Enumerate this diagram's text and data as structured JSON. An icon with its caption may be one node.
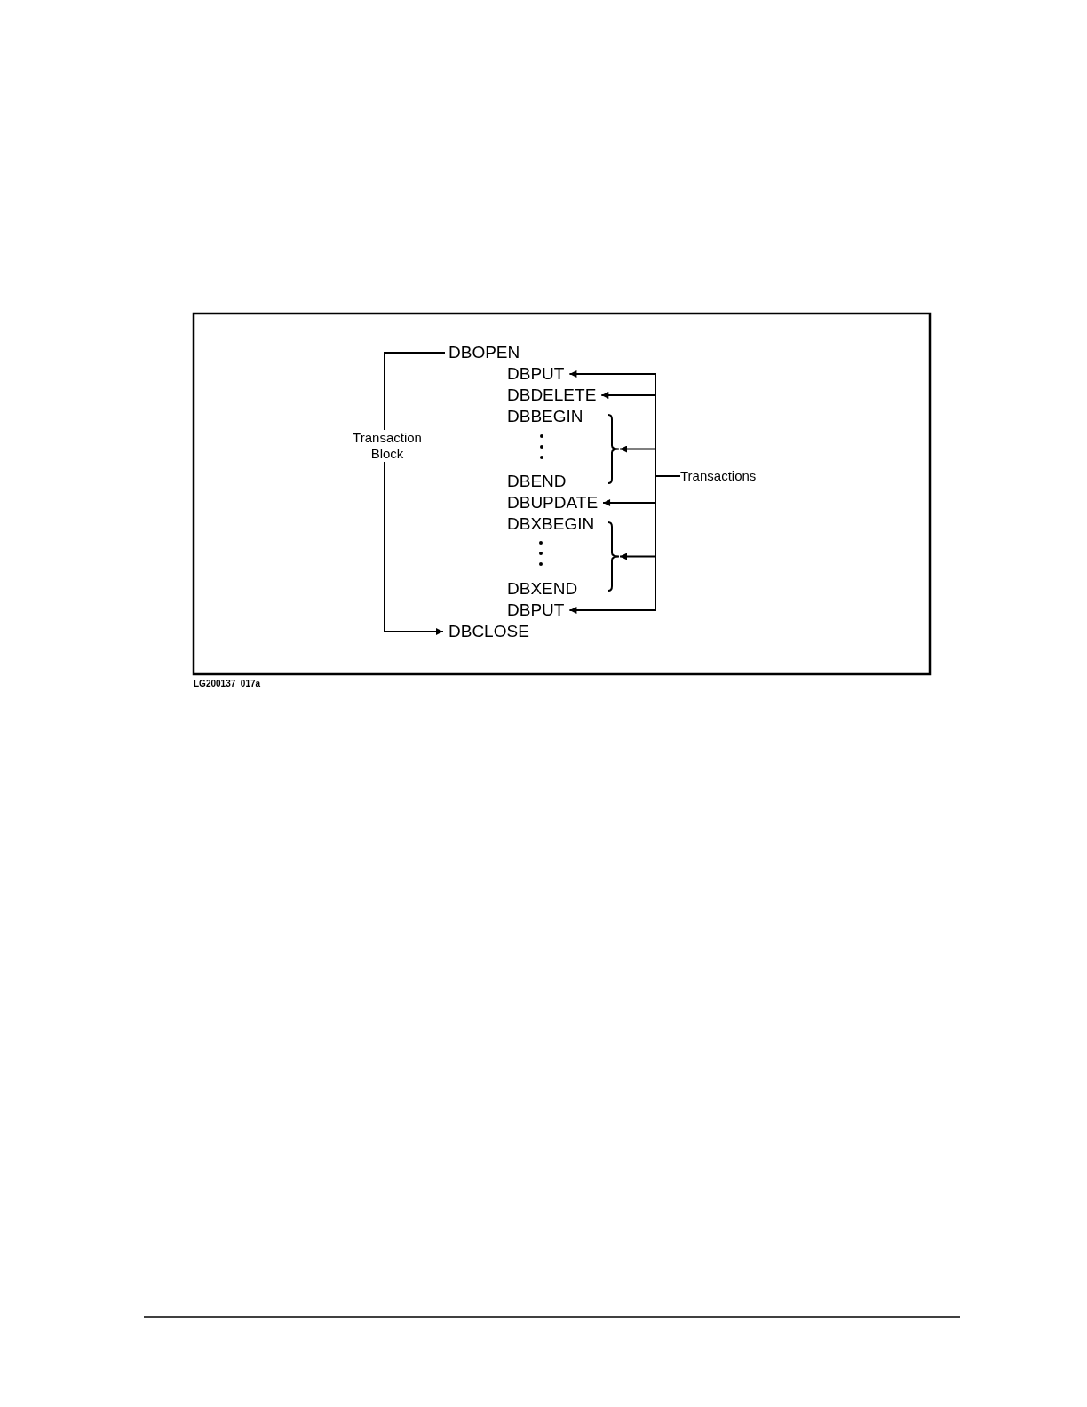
{
  "diagram": {
    "nodes": [
      {
        "text": [
          "DBOPEN"
        ]
      },
      {
        "text": [
          "DBPUT"
        ]
      },
      {
        "text": [
          "DBDELETE"
        ]
      },
      {
        "text": [
          "DBBEGIN"
        ]
      },
      {
        "text": [
          "DBEND"
        ]
      },
      {
        "text": [
          "DBUPDATE"
        ]
      },
      {
        "text": [
          "DBXBEGIN"
        ]
      },
      {
        "text": [
          "DBXEND"
        ]
      },
      {
        "text": [
          "DBPUT"
        ]
      },
      {
        "text": [
          "DBCLOSE"
        ]
      },
      {
        "text": [
          "Transaction Block"
        ]
      },
      {
        "text": [
          "Transactions"
        ]
      },
      {
        "text": [],
        "shape": "brace"
      },
      {
        "text": [],
        "shape": "brace"
      }
    ],
    "edges": [
      {
        "from": 10,
        "to": 0,
        "arrow": "none"
      },
      {
        "from": 10,
        "to": 9,
        "arrow": "to"
      },
      {
        "from": 11,
        "to": 1,
        "arrow": "to"
      },
      {
        "from": 11,
        "to": 2,
        "arrow": "to"
      },
      {
        "from": 11,
        "to": 12,
        "arrow": "to"
      },
      {
        "from": 11,
        "to": 5,
        "arrow": "to"
      },
      {
        "from": 11,
        "to": 13,
        "arrow": "to"
      },
      {
        "from": 11,
        "to": 8,
        "arrow": "to"
      }
    ],
    "labels": [
      "LG200137_017a"
    ]
  }
}
